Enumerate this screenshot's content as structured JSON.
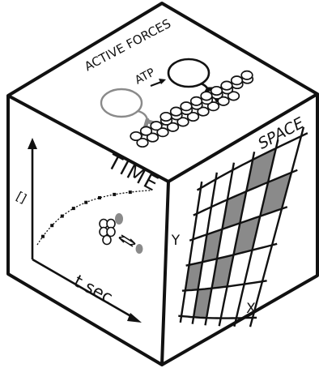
{
  "colors": {
    "ink": "#111111",
    "gray_dark": "#666666",
    "gray_mid": "#8a8a8a",
    "gray_light": "#a8a8a8",
    "background": "#ffffff"
  },
  "faces": {
    "top": {
      "label": "ACTIVE FORCES",
      "atp_label": "ATP"
    },
    "left": {
      "label": "TIME",
      "y_axis_label": "[]",
      "x_axis_label": "t  sec"
    },
    "right": {
      "label": "SPACE",
      "x_label": "X",
      "y_label": "Y"
    }
  },
  "icons": [
    "arrow-right-icon",
    "exchange-arrows-icon",
    "axis-arrow-icon"
  ]
}
